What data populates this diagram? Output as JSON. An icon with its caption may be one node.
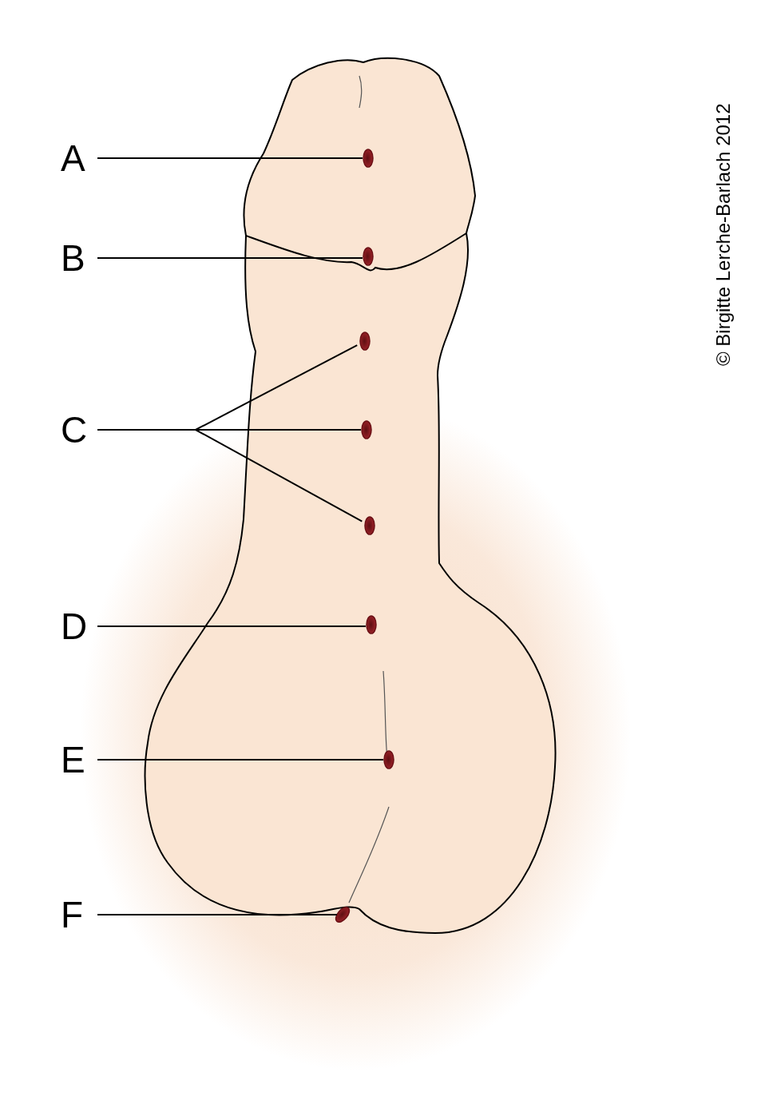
{
  "diagram": {
    "nodes": [
      {
        "text": [
          "A"
        ]
      },
      {
        "text": [],
        "shape": "circle"
      },
      {
        "text": [
          "B"
        ]
      },
      {
        "text": [],
        "shape": "circle"
      },
      {
        "text": [
          "C"
        ]
      },
      {
        "text": [],
        "shape": "circle"
      },
      {
        "text": [],
        "shape": "circle"
      },
      {
        "text": [],
        "shape": "circle"
      },
      {
        "text": [
          "D"
        ]
      },
      {
        "text": [],
        "shape": "circle"
      },
      {
        "text": [
          "E"
        ]
      },
      {
        "text": [],
        "shape": "circle"
      },
      {
        "text": [
          "F"
        ]
      },
      {
        "text": [],
        "shape": "circle"
      }
    ],
    "edges": [
      {
        "from": 0,
        "to": 1,
        "arrow": "none"
      },
      {
        "from": 2,
        "to": 3,
        "arrow": "none"
      },
      {
        "from": 4,
        "to": 5,
        "arrow": "none"
      },
      {
        "from": 4,
        "to": 6,
        "arrow": "none"
      },
      {
        "from": 4,
        "to": 7,
        "arrow": "none"
      },
      {
        "from": 8,
        "to": 9,
        "arrow": "none"
      },
      {
        "from": 10,
        "to": 11,
        "arrow": "none"
      },
      {
        "from": 12,
        "to": 13,
        "arrow": "none"
      }
    ],
    "labels": [
      "© Birgitte Lerche-Barlach 2012"
    ]
  }
}
